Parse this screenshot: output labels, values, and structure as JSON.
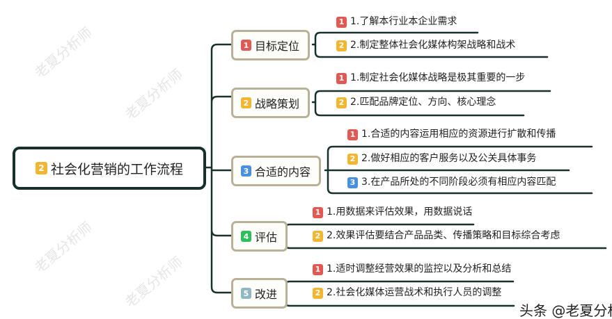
{
  "colors": {
    "line": "#17302b",
    "node_border": "#b7b197",
    "badge_red": "#e05a53",
    "badge_yellow": "#f2b632",
    "badge_blue": "#4a8fe0",
    "badge_green": "#2fbf5a",
    "badge_teal": "#8fb8c0"
  },
  "root": {
    "badge": "2",
    "label": "社会化营销的工作流程"
  },
  "nodes": [
    {
      "badge": "1",
      "label": "目标定位",
      "leaves": [
        {
          "badge": "1",
          "text": "1.了解本行业本企业需求"
        },
        {
          "badge": "2",
          "text": "2.制定整体社会化媒体构架战略和战术"
        }
      ]
    },
    {
      "badge": "2",
      "label": "战略策划",
      "leaves": [
        {
          "badge": "1",
          "text": "1.制定社会化媒体战略是极其重要的一步"
        },
        {
          "badge": "2",
          "text": "2.匹配品牌定位、方向、核心理念"
        }
      ]
    },
    {
      "badge": "3",
      "label": "合适的内容",
      "leaves": [
        {
          "badge": "1",
          "text": "1.合适的内容运用相应的资源进行扩散和传播"
        },
        {
          "badge": "2",
          "text": "2.做好相应的客户服务以及公关具体事务"
        },
        {
          "badge": "3",
          "text": "3.在产品所处的不同阶段必须有相应内容匹配"
        }
      ]
    },
    {
      "badge": "4",
      "label": "评估",
      "leaves": [
        {
          "badge": "1",
          "text": "1.用数据来评估效果，用数据说话"
        },
        {
          "badge": "2",
          "text": "2.效果评估要结合产品品类、传播策略和目标综合考虑"
        }
      ]
    },
    {
      "badge": "5",
      "label": "改进",
      "leaves": [
        {
          "badge": "1",
          "text": "1.适时调整经营效果的监控以及分析和总结"
        },
        {
          "badge": "2",
          "text": "2.社会化媒体运营战术和执行人员的调整"
        }
      ]
    }
  ],
  "watermark": "老夏分析师",
  "credit": "头条 @老夏分析师"
}
